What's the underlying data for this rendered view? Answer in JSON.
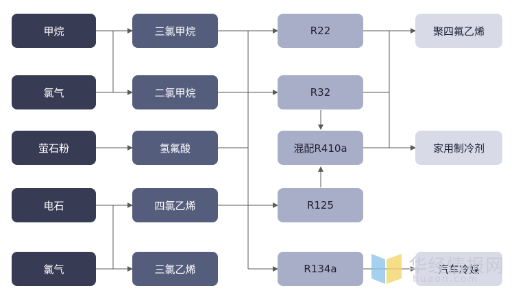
{
  "diagram": {
    "col1": [
      "甲烷",
      "氯气",
      "萤石粉",
      "电石",
      "氯气"
    ],
    "col2": [
      "三氯甲烷",
      "二氯甲烷",
      "氢氟酸",
      "四氯乙烯",
      "三氯乙烯"
    ],
    "col3": [
      "R22",
      "R32",
      "混配R410a",
      "R125",
      "R134a"
    ],
    "col4": [
      "聚四氟乙烯",
      "家用制冷剂",
      "汽车冷媒"
    ],
    "colors": {
      "col1": "#373b54",
      "col2": "#555d7d",
      "col3": "#a9aec8",
      "col4": "#d8dbe7",
      "line": "#5a5a5a"
    }
  },
  "watermark": {
    "cn": "华经情报网",
    "en": "huaon.com"
  }
}
